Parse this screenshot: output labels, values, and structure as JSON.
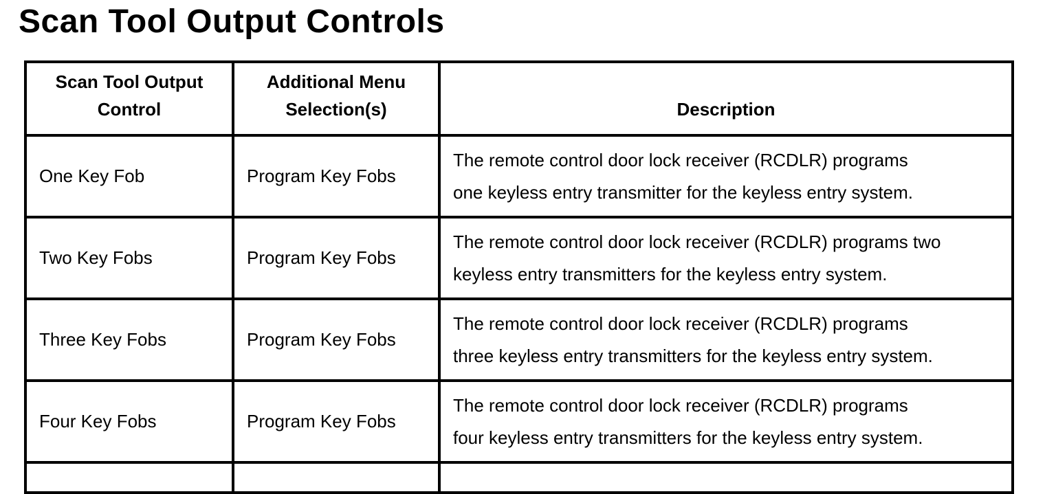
{
  "page": {
    "title": "Scan Tool Output Controls"
  },
  "colors": {
    "background": "#ffffff",
    "text": "#000000",
    "border": "#000000"
  },
  "table": {
    "headers": [
      {
        "lines": [
          "Scan Tool Output",
          "Control"
        ]
      },
      {
        "lines": [
          "Additional Menu",
          "Selection(s)"
        ]
      },
      {
        "lines": [
          "Description"
        ]
      }
    ],
    "rows": [
      {
        "control": "One Key Fob",
        "menu": "Program Key Fobs",
        "description_lines": [
          "The remote control door lock receiver (RCDLR) programs",
          "one keyless entry transmitter for the keyless entry system."
        ]
      },
      {
        "control": "Two Key Fobs",
        "menu": "Program Key Fobs",
        "description_lines": [
          "The remote control door lock receiver (RCDLR) programs two",
          "keyless entry transmitters for the keyless entry system."
        ]
      },
      {
        "control": "Three Key Fobs",
        "menu": "Program Key Fobs",
        "description_lines": [
          "The remote control door lock receiver (RCDLR) programs",
          "three keyless entry transmitters for the keyless entry system."
        ]
      },
      {
        "control": "Four Key Fobs",
        "menu": "Program Key Fobs",
        "description_lines": [
          "The remote control door lock receiver (RCDLR) programs",
          "four keyless entry transmitters for the keyless entry system."
        ]
      }
    ]
  }
}
